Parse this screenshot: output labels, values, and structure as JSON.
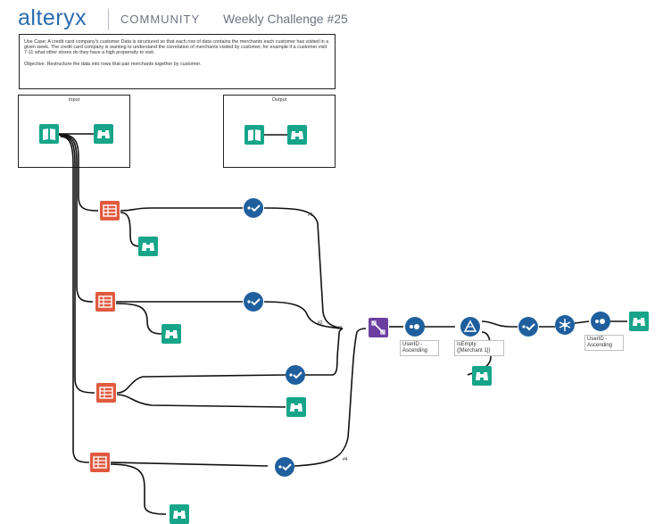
{
  "header": {
    "brand": "alteryx",
    "community": "COMMUNITY",
    "challenge": "Weekly Challenge #25"
  },
  "description": {
    "use_case": "Use Case: A credit card company's customer Data is structured so that each row of data contains the merchants each customer has visited in a given week. The credit card company is wanting to understand the correlation of merchants visited by customer, for example if a customer visit 7-11 what other stores do they have a high propensity to visit.",
    "objective": "Objective: Restructure the data into rows that pair merchants together by customer."
  },
  "containers": {
    "input_title": "Input",
    "output_title": "Output"
  },
  "tool_labels": {
    "sort1": "UserID - Ascending",
    "filter": "IsEmpty ([Merchant 1])",
    "sort2": "UserID - Ascending"
  },
  "connection_names": {
    "c1": "#1",
    "c2": "#2",
    "c3": "#3",
    "c4": "#4"
  },
  "colors": {
    "input_teal": "#17a589",
    "browse_teal": "#17a589",
    "select_red": "#e05a3f",
    "prep_blue": "#1f5f9e",
    "join_purple": "#6b3fa0",
    "brand_blue": "#2b6cb0"
  },
  "icons": {
    "input": "book-icon",
    "browse": "binoculars-icon",
    "select": "select-table-icon",
    "check": "check-icon",
    "union": "union-icon",
    "sort": "sort-icon",
    "filter": "filter-icon",
    "formula": "formula-icon"
  }
}
